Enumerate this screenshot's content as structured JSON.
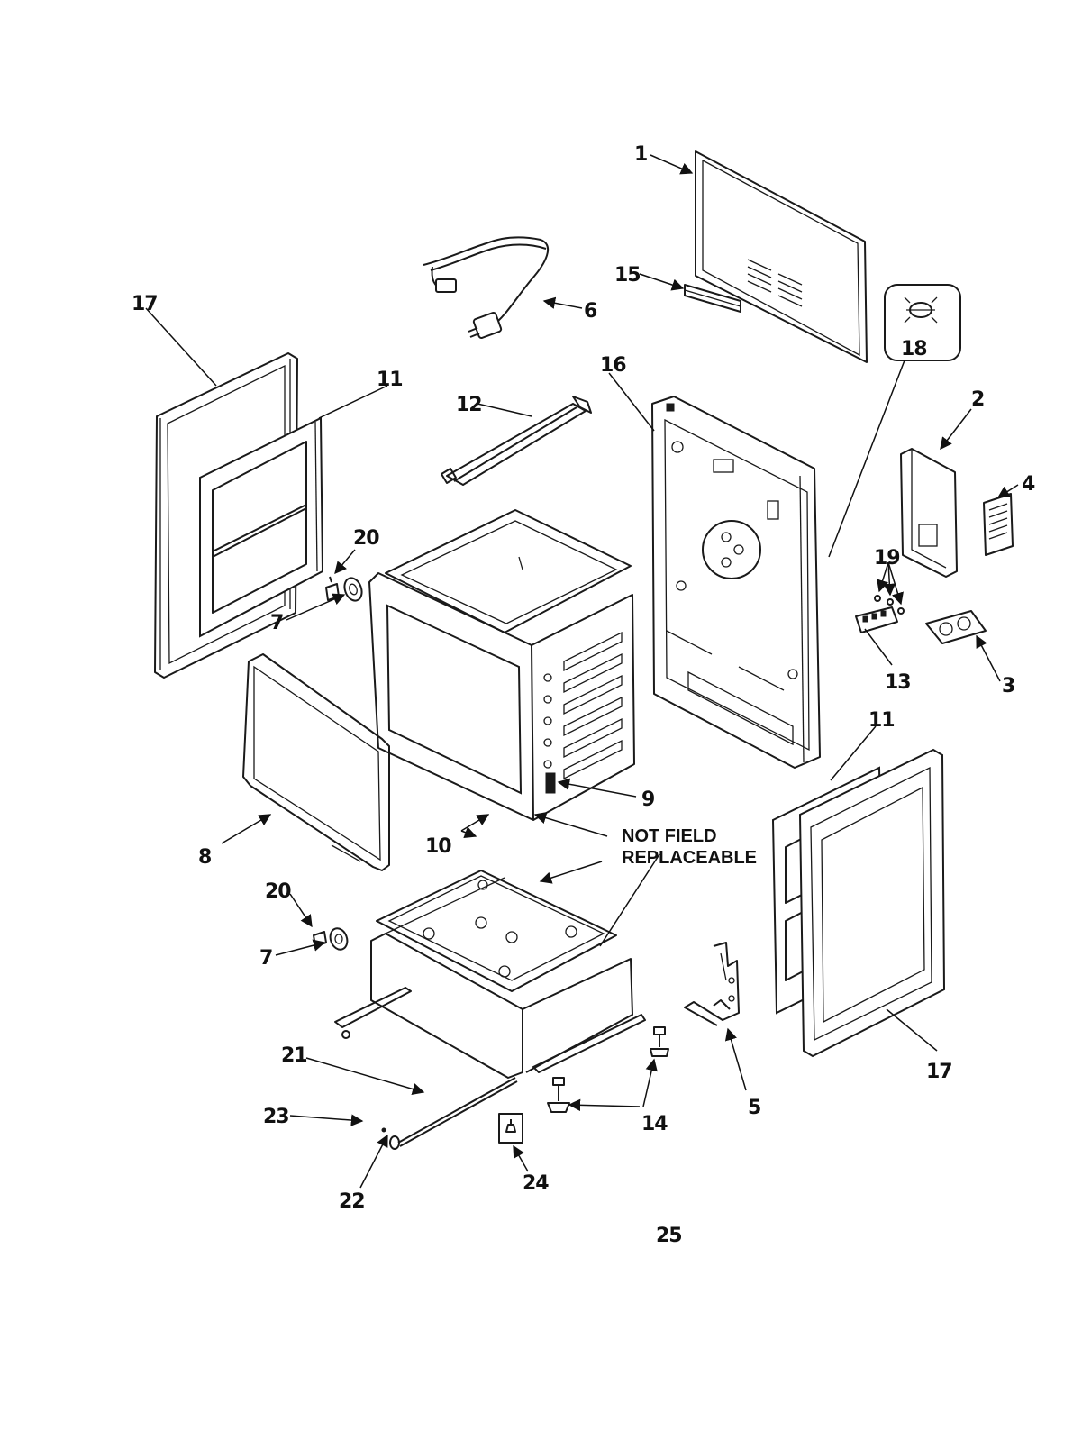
{
  "diagram": {
    "callouts": {
      "c1": "1",
      "c2": "2",
      "c3": "3",
      "c4": "4",
      "c5": "5",
      "c6": "6",
      "c7a": "7",
      "c7b": "7",
      "c8": "8",
      "c9": "9",
      "c10": "10",
      "c11a": "11",
      "c11b": "11",
      "c12": "12",
      "c13": "13",
      "c14": "14",
      "c15": "15",
      "c16": "16",
      "c17a": "17",
      "c17b": "17",
      "c18": "18",
      "c19": "19",
      "c20a": "20",
      "c20b": "20",
      "c21": "21",
      "c22": "22",
      "c23": "23",
      "c24": "24"
    },
    "note": {
      "line1": "NOT FIELD",
      "line2": "REPLACEABLE"
    },
    "page_number": "25"
  }
}
